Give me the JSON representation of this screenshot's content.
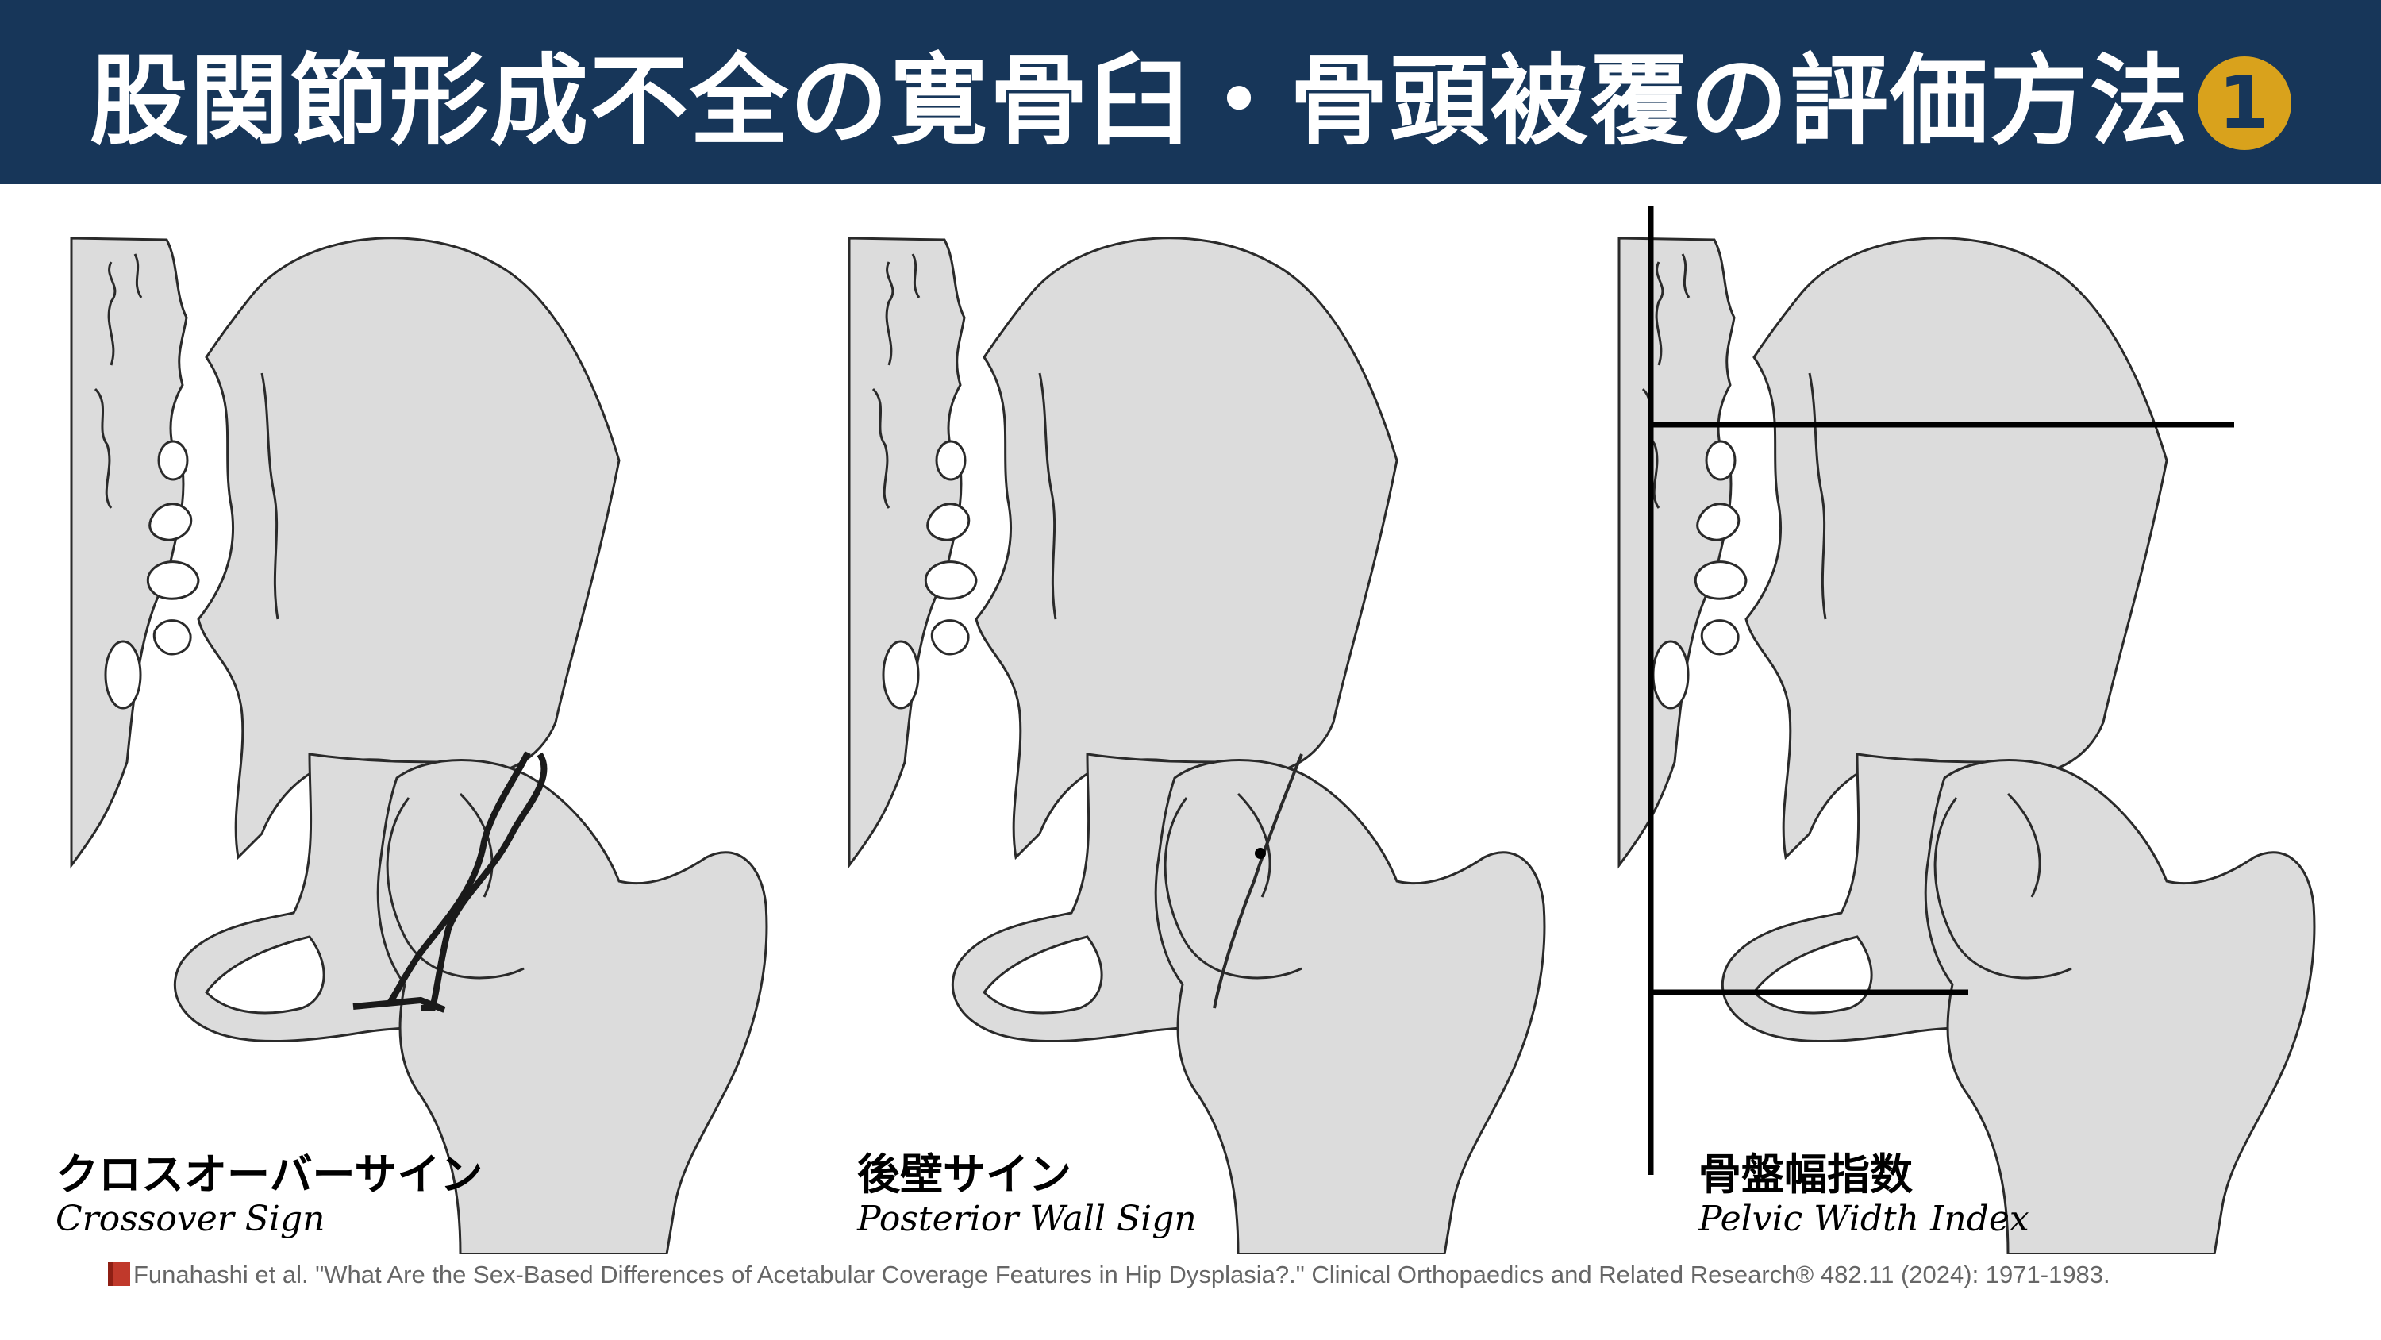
{
  "header": {
    "title": "股関節形成不全の寛骨臼・骨頭被覆の評価方法",
    "badge": "1",
    "background": "#173659",
    "badge_color": "#D9A21C"
  },
  "panels": [
    {
      "label_jp": "クロスオーバーサイン",
      "label_en": "Crossover Sign"
    },
    {
      "label_jp": "後壁サイン",
      "label_en": "Posterior Wall Sign"
    },
    {
      "label_jp": "骨盤幅指数",
      "label_en": "Pelvic Width Index"
    }
  ],
  "citation": {
    "icon": "book-icon",
    "text": "Funahashi et al. \"What Are the Sex-Based Differences of Acetabular Coverage Features in Hip Dysplasia?.\" Clinical Orthopaedics and Related Research® 482.11 (2024): 1971-1983."
  }
}
